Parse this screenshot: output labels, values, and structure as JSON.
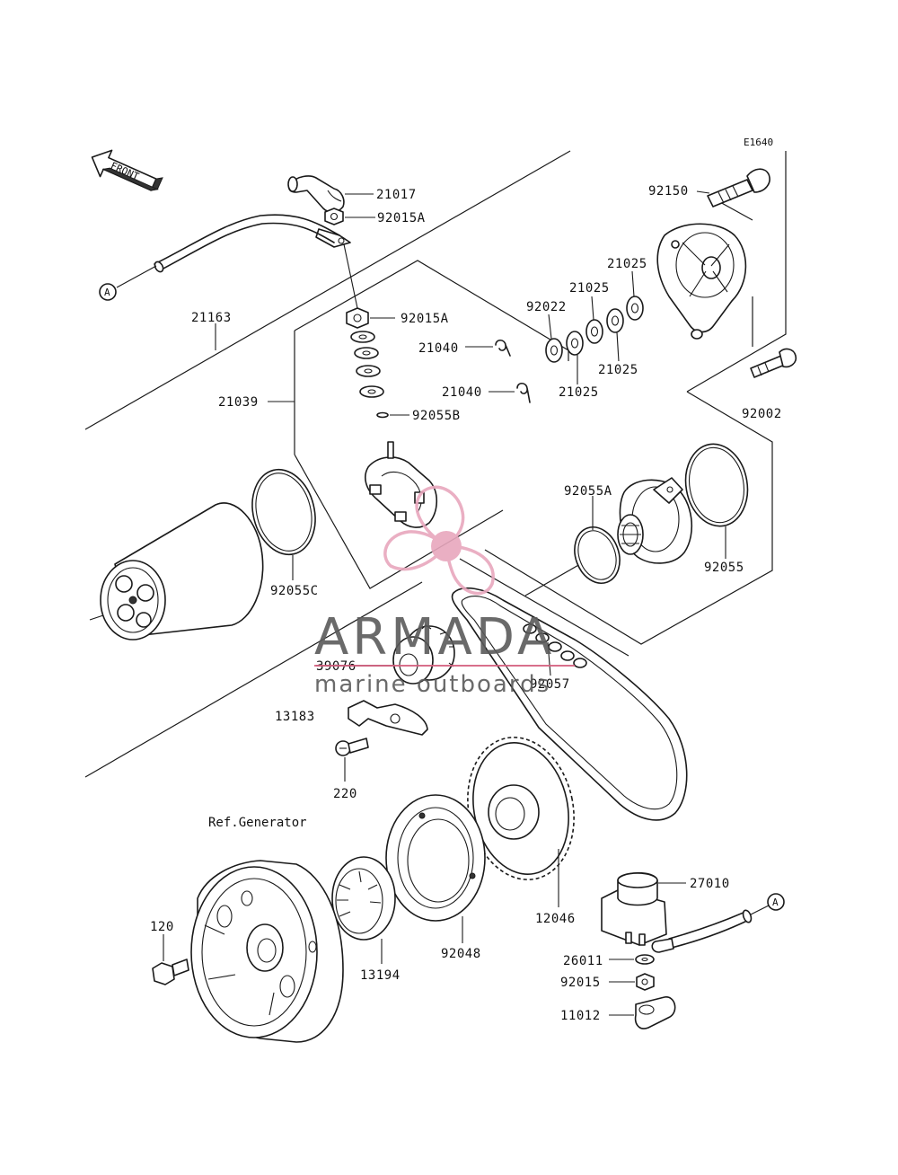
{
  "diagram_code": "E1640",
  "front_label": "FRONT",
  "reference_label": "Ref.Generator",
  "marker_A": "A",
  "parts": {
    "p21017": "21017",
    "p92015A_top": "92015A",
    "p92015A_mid": "92015A",
    "p21163": "21163",
    "p21039": "21039",
    "p21040_a": "21040",
    "p21040_b": "21040",
    "p92055B": "92055B",
    "p92022": "92022",
    "p21025_a": "21025",
    "p21025_b": "21025",
    "p21025_c": "21025",
    "p21025_d": "21025",
    "p92150": "92150",
    "p92002": "92002",
    "p92055A": "92055A",
    "p92055": "92055",
    "p92055C": "92055C",
    "p39076": "39076",
    "p92057": "92057",
    "p13183": "13183",
    "p220": "220",
    "p12046": "12046",
    "p27010": "27010",
    "p120": "120",
    "p13194": "13194",
    "p92048": "92048",
    "p26011": "26011",
    "p92015": "92015",
    "p11012": "11012"
  },
  "watermark": {
    "brand": "ARMADA",
    "tagline": "marine outboards",
    "brand_color": "#5a5a5a",
    "logo_color": "#e8a7bd",
    "accent_line_color": "#d4607f"
  }
}
